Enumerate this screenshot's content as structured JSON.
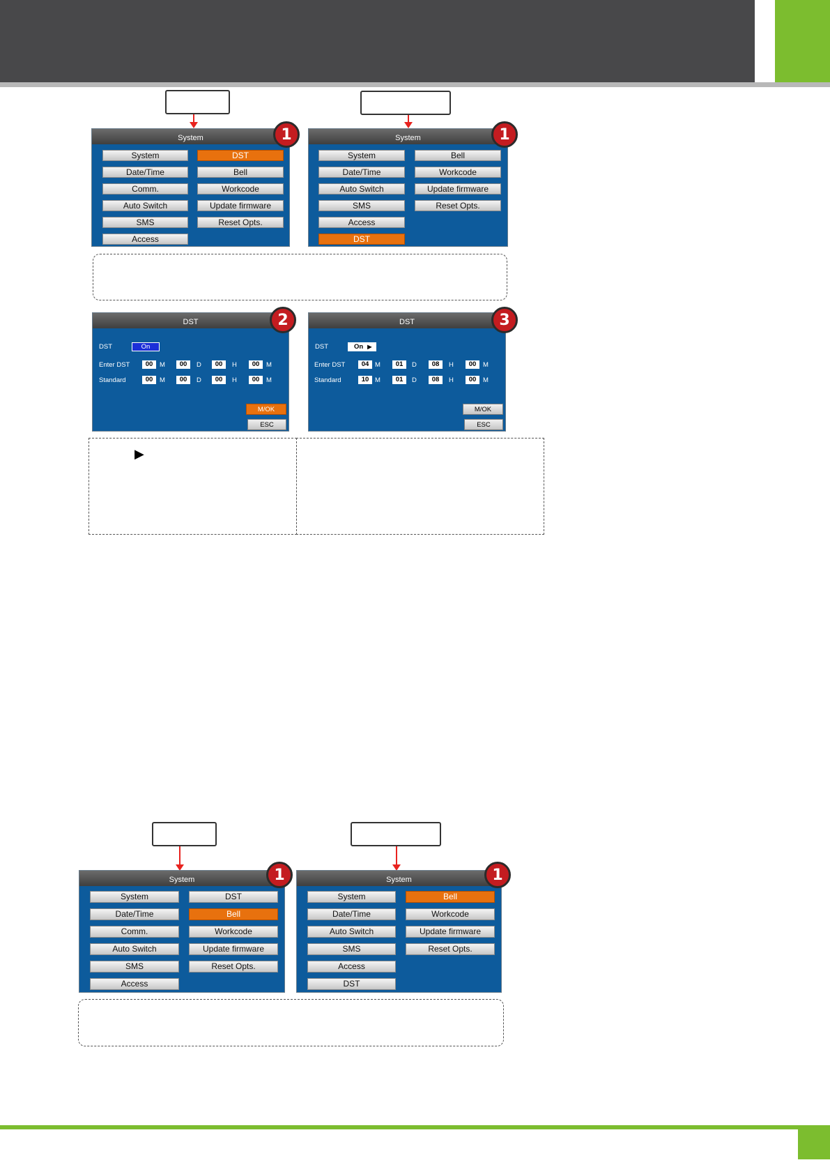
{
  "colors": {
    "header_dark": "#48484a",
    "accent_green": "#7cbd2f",
    "screen_blue": "#0d5b9c",
    "selected_orange": "#e8710e",
    "badge_red": "#c41c20"
  },
  "system_title": "System",
  "dst_title": "DST",
  "menu1": {
    "left_col": [
      "System",
      "Date/Time",
      "Comm.",
      "Auto Switch",
      "SMS",
      "Access"
    ],
    "right_col": [
      "DST",
      "Bell",
      "Workcode",
      "Update firmware",
      "Reset Opts."
    ]
  },
  "menu2": {
    "left_col": [
      "System",
      "Date/Time",
      "Auto Switch",
      "SMS",
      "Access",
      "DST"
    ],
    "right_col": [
      "Bell",
      "Workcode",
      "Update firmware",
      "Reset Opts."
    ]
  },
  "badges": {
    "one": "1",
    "two": "2",
    "three": "3"
  },
  "dst_left": {
    "dst_label": "DST",
    "dst_value": "On",
    "enter_label": "Enter DST",
    "standard_label": "Standard",
    "enter": [
      "00",
      "00",
      "00",
      "00"
    ],
    "standard": [
      "00",
      "00",
      "00",
      "00"
    ],
    "units": [
      "M",
      "D",
      "H",
      "M"
    ],
    "ok": "M/OK",
    "esc": "ESC"
  },
  "dst_right": {
    "dst_label": "DST",
    "dst_value": "On",
    "enter_label": "Enter DST",
    "standard_label": "Standard",
    "enter": [
      "04",
      "01",
      "08",
      "00"
    ],
    "standard": [
      "10",
      "01",
      "08",
      "00"
    ],
    "units": [
      "M",
      "D",
      "H",
      "M"
    ],
    "ok": "M/OK",
    "esc": "ESC"
  },
  "play_icon": "▶"
}
